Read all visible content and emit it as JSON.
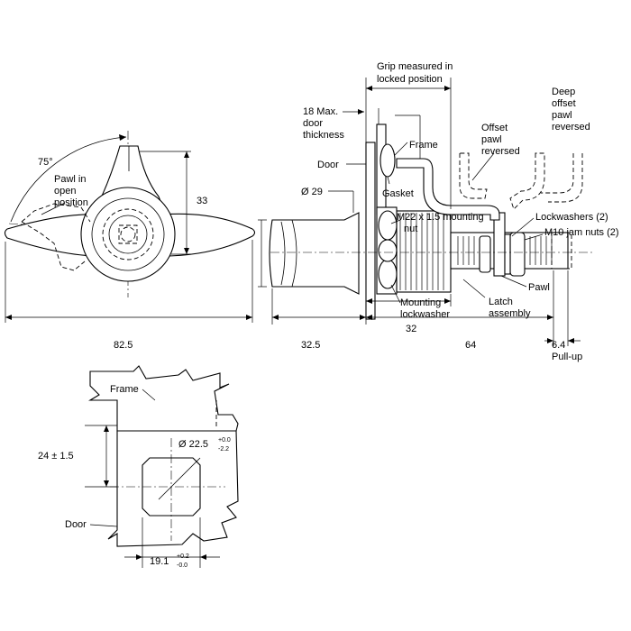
{
  "labels": {
    "angle": "75°",
    "pawl_open_1": "Pawl in",
    "pawl_open_2": "open",
    "pawl_open_3": "position",
    "handle_height": "33",
    "handle_width": "82.5",
    "grip_1": "Grip measured in",
    "grip_2": "locked position",
    "door_thick_1": "18 Max.",
    "door_thick_2": "door",
    "door_thick_3": "thickness",
    "deep_1": "Deep",
    "deep_2": "offset",
    "deep_3": "pawl",
    "deep_4": "reversed",
    "offset_1": "Offset",
    "offset_2": "pawl",
    "offset_3": "reversed",
    "frame_side": "Frame",
    "door_side": "Door",
    "dia29": "Ø 29",
    "gasket": "Gasket",
    "m22_1": "M22 x 1.5 mounting",
    "m22_2": "nut",
    "lockwashers": "Lockwashers (2)",
    "m10": "M10 jam nuts (2)",
    "mounting_1": "Mounting",
    "mounting_2": "lockwasher",
    "latch_1": "Latch",
    "latch_2": "assembly",
    "pawl": "Pawl",
    "dim_32": "32",
    "dim_325": "32.5",
    "dim_64": "64",
    "dim_64b": "6.4",
    "pullup": "Pull-up",
    "frame_cut": "Frame",
    "door_cut": "Door",
    "dim_24": "24 ± 1.5",
    "dia225": "Ø 22.5",
    "tol_225_up": "+0.0",
    "tol_225_dn": "-2.2",
    "dim_191": "19.1",
    "tol_191_up": "+0.2",
    "tol_191_dn": "-0.0"
  }
}
